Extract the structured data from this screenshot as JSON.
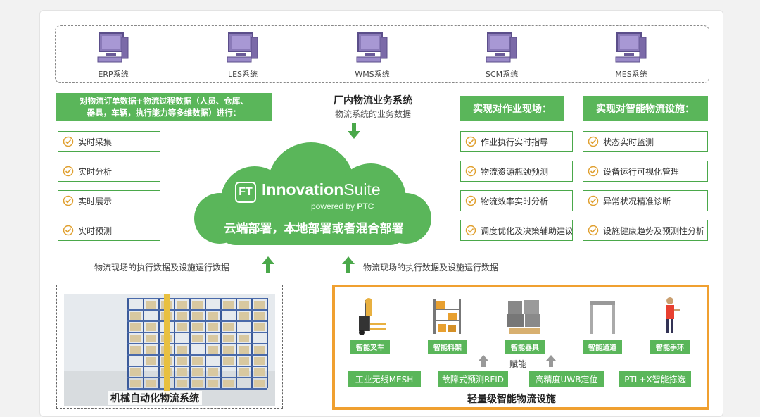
{
  "systems": [
    {
      "label": "ERP系统",
      "icon": "computer-icon"
    },
    {
      "label": "LES系统",
      "icon": "computer-icon"
    },
    {
      "label": "WMS系统",
      "icon": "computer-icon"
    },
    {
      "label": "SCM系统",
      "icon": "computer-icon"
    },
    {
      "label": "MES系统",
      "icon": "computer-icon"
    }
  ],
  "left_header": {
    "line1": "对物流订单数据+物流过程数据（人员、仓库、",
    "line2": "器具，车辆，执行能力等多维数据）进行："
  },
  "left_items": [
    "实时采集",
    "实时分析",
    "实时展示",
    "实时预测"
  ],
  "center": {
    "title": "厂内物流业务系统",
    "subtitle": "物流系统的业务数据"
  },
  "cloud": {
    "logo_mark": "FT",
    "brand_part1": "Innovation",
    "brand_part2": "Suite",
    "powered_prefix": "powered by",
    "powered_brand": "PTC",
    "deploy_text": "云端部署，本地部署或者混合部署"
  },
  "col3": {
    "header": "实现对作业现场：",
    "items": [
      "作业执行实时指导",
      "物流资源瓶颈预测",
      "物流效率实时分析",
      "调度优化及决策辅助建议"
    ]
  },
  "col4": {
    "header": "实现对智能物流设施：",
    "items": [
      "状态实时监测",
      "设备运行可视化管理",
      "异常状况精准诊断",
      "设施健康趋势及预测性分析"
    ]
  },
  "flow": {
    "left": "物流现场的执行数据及设施运行数据",
    "right": "物流现场的执行数据及设施运行数据"
  },
  "left_panel": {
    "title": "机械自动化物流系统"
  },
  "right_panel": {
    "title": "轻量级智能物流设施",
    "empower": "赋能",
    "devices": [
      {
        "label": "智能叉车",
        "icon": "forklift-icon"
      },
      {
        "label": "智能料架",
        "icon": "shelf-icon"
      },
      {
        "label": "智能器具",
        "icon": "container-icon"
      },
      {
        "label": "智能通道",
        "icon": "gate-icon"
      },
      {
        "label": "智能手环",
        "icon": "worker-icon"
      }
    ],
    "techs": [
      "工业无线MESH",
      "故障式预测RFID",
      "高精度UWB定位",
      "PTL+X智能拣选"
    ]
  },
  "colors": {
    "green": "#5ab65a",
    "orange": "#f0a030",
    "purple": "#7b6aa8"
  }
}
